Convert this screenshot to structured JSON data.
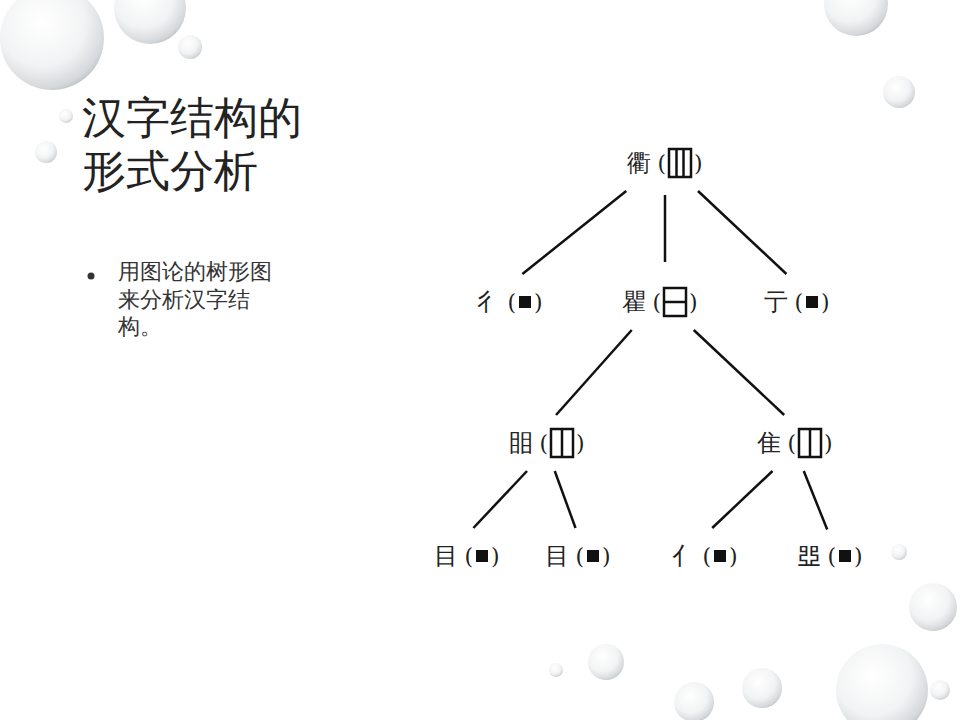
{
  "diagram": {
    "title": "汉字结构的形式分析",
    "nodes": [
      {
        "text": [
          "衢",
          "(",
          ")"
        ]
      },
      {
        "text": [
          "彳",
          "(",
          ")"
        ]
      },
      {
        "text": [
          "瞿",
          "(",
          ")"
        ]
      },
      {
        "text": [
          "亍",
          "(",
          ")"
        ]
      },
      {
        "text": [
          "䀠",
          "(",
          ")"
        ]
      },
      {
        "text": [
          "隹",
          "(",
          ")"
        ]
      },
      {
        "text": [
          "目",
          "(",
          ")"
        ]
      },
      {
        "text": [
          "目",
          "(",
          ")"
        ]
      },
      {
        "text": [
          "亻",
          "(",
          ")"
        ]
      },
      {
        "text": [
          "𠁁",
          "(",
          ")"
        ]
      }
    ],
    "edges": [
      {
        "from": 0,
        "to": 1,
        "arrow": "none"
      },
      {
        "from": 0,
        "to": 2,
        "arrow": "none"
      },
      {
        "from": 0,
        "to": 3,
        "arrow": "none"
      },
      {
        "from": 2,
        "to": 4,
        "arrow": "none"
      },
      {
        "from": 2,
        "to": 5,
        "arrow": "none"
      },
      {
        "from": 4,
        "to": 6,
        "arrow": "none"
      },
      {
        "from": 4,
        "to": 7,
        "arrow": "none"
      },
      {
        "from": 5,
        "to": 8,
        "arrow": "none"
      },
      {
        "from": 5,
        "to": 9,
        "arrow": "none"
      }
    ],
    "labels": [
      "用图论的树形图来分析汉字结构。"
    ]
  }
}
